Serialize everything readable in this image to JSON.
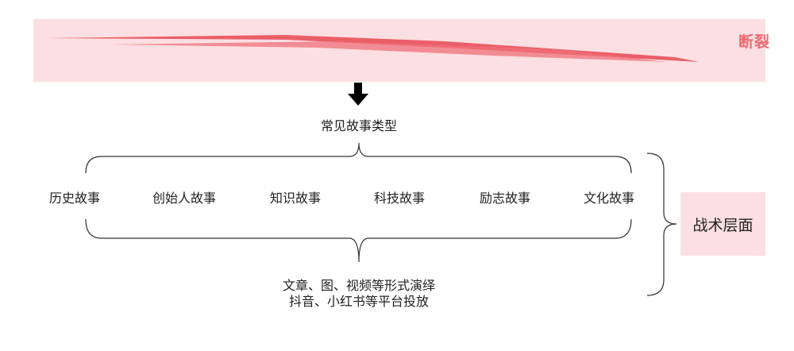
{
  "banner": {
    "title": "断裂",
    "bg": "#fbdfe2",
    "accent": "#e8505b"
  },
  "types_title": "常见故事类型",
  "story_types": [
    "历史故事",
    "创始人故事",
    "知识故事",
    "科技故事",
    "励志故事",
    "文化故事"
  ],
  "bottom_lines": [
    "文章、图、视频等形式演绎",
    "抖音、小红书等平台投放"
  ],
  "side_label": "战术层面",
  "icons": {
    "arrow": "down-arrow-icon"
  }
}
